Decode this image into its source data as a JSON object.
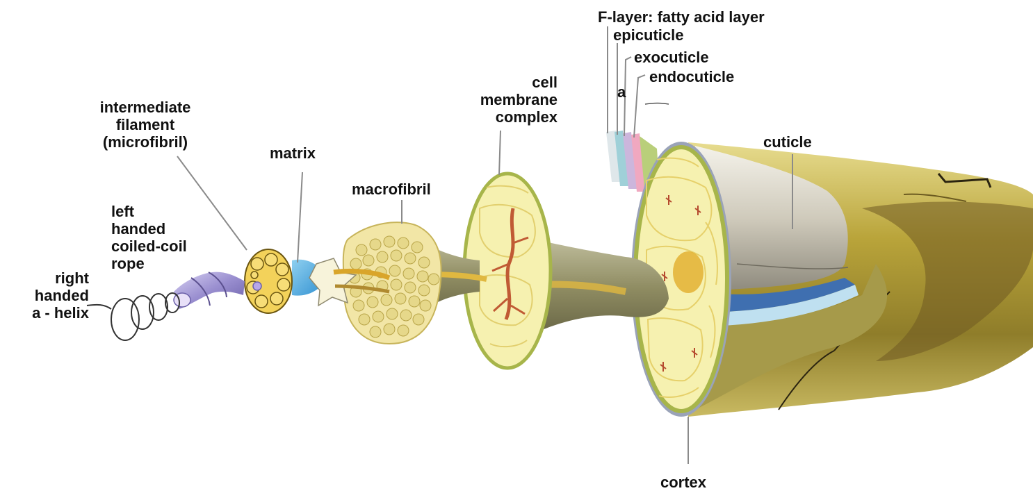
{
  "labels": {
    "alpha_helix": [
      "right",
      "handed",
      "a - helix"
    ],
    "coiled_coil": [
      "left",
      "handed",
      "coiled-coil",
      "rope"
    ],
    "intermediate_filament": [
      "intermediate",
      "filament",
      "(microfibril)"
    ],
    "matrix": "matrix",
    "macrofibril": "macrofibril",
    "cell_membrane_complex": [
      "cell",
      "membrane",
      "complex"
    ],
    "f_layer": "F-layer: fatty acid layer",
    "epicuticle": "epicuticle",
    "exocuticle": "exocuticle",
    "a_layer": "a",
    "endocuticle": "endocuticle",
    "cuticle": "cuticle",
    "cortex": "cortex"
  },
  "colors": {
    "hair_shaft": "#b9a43a",
    "cortex_fill": "#f6f1b0",
    "cuticle_gray": "#cfcabb",
    "cell_network": "#d8bf55",
    "medulla": "#b54a2e",
    "helix_purple": "#9a8fd0",
    "matrix_blue": "#2f8fd0",
    "leader_line": "#8a8a8a"
  }
}
